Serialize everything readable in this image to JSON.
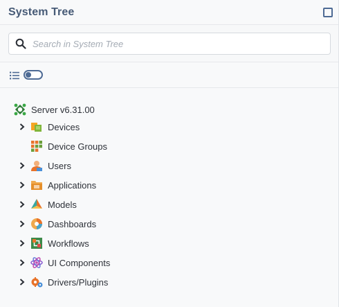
{
  "header": {
    "title": "System Tree"
  },
  "search": {
    "placeholder": "Search in System Tree",
    "value": ""
  },
  "tree": {
    "root": {
      "label": "Server v6.31.00",
      "icon": "server-icon"
    },
    "items": [
      {
        "label": "Devices",
        "icon": "devices-icon",
        "expandable": true
      },
      {
        "label": "Device Groups",
        "icon": "device-groups-icon",
        "expandable": false
      },
      {
        "label": "Users",
        "icon": "users-icon",
        "expandable": true
      },
      {
        "label": "Applications",
        "icon": "applications-icon",
        "expandable": true
      },
      {
        "label": "Models",
        "icon": "models-icon",
        "expandable": true
      },
      {
        "label": "Dashboards",
        "icon": "dashboards-icon",
        "expandable": true
      },
      {
        "label": "Workflows",
        "icon": "workflows-icon",
        "expandable": true
      },
      {
        "label": "UI Components",
        "icon": "ui-components-icon",
        "expandable": true
      },
      {
        "label": "Drivers/Plugins",
        "icon": "drivers-plugins-icon",
        "expandable": true
      }
    ]
  },
  "colors": {
    "header_text": "#465a76",
    "accent": "#4d6a94",
    "server_green": "#3aa845"
  }
}
